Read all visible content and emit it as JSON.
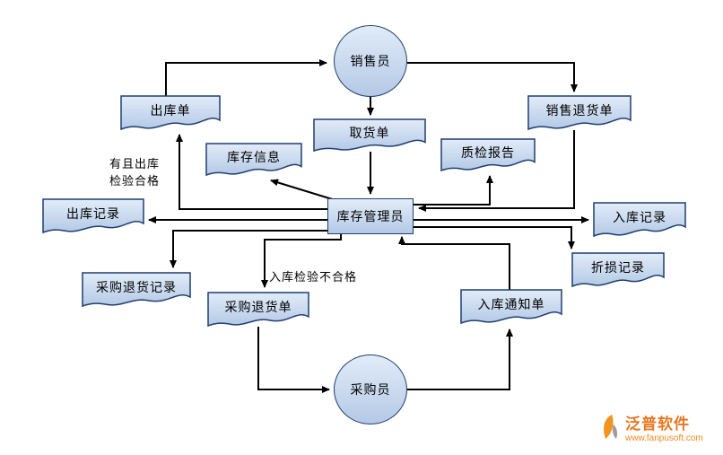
{
  "nodes": {
    "salesperson": {
      "label": "销售员",
      "type": "circle"
    },
    "outbound_order": {
      "label": "出库单",
      "type": "document"
    },
    "sales_return_order": {
      "label": "销售退货单",
      "type": "document"
    },
    "pickup_order": {
      "label": "取货单",
      "type": "document"
    },
    "inventory_info": {
      "label": "库存信息",
      "type": "document"
    },
    "qc_report": {
      "label": "质检报告",
      "type": "document"
    },
    "inventory_manager": {
      "label": "库存管理员",
      "type": "process"
    },
    "outbound_record": {
      "label": "出库记录",
      "type": "document"
    },
    "inbound_record": {
      "label": "入库记录",
      "type": "document"
    },
    "damage_record": {
      "label": "折损记录",
      "type": "document"
    },
    "purchase_return_record": {
      "label": "采购退货记录",
      "type": "document"
    },
    "purchase_return_order": {
      "label": "采购退货单",
      "type": "document"
    },
    "inbound_notice": {
      "label": "入库通知单",
      "type": "document"
    },
    "purchaser": {
      "label": "采购员",
      "type": "circle"
    }
  },
  "annotations": {
    "outbound_pass": "有且出库\n检验合格",
    "inbound_fail": "入库检验不合格"
  },
  "edges": [
    {
      "from": "outbound_order",
      "to": "salesperson"
    },
    {
      "from": "salesperson",
      "to": "sales_return_order"
    },
    {
      "from": "salesperson",
      "to": "pickup_order"
    },
    {
      "from": "pickup_order",
      "to": "inventory_manager"
    },
    {
      "from": "inventory_manager",
      "to": "inventory_info"
    },
    {
      "from": "inventory_manager",
      "to": "qc_report"
    },
    {
      "from": "sales_return_order",
      "to": "inventory_manager"
    },
    {
      "from": "inventory_manager",
      "to": "inbound_record"
    },
    {
      "from": "inventory_manager",
      "to": "damage_record"
    },
    {
      "from": "inventory_manager",
      "to": "outbound_order",
      "label": "有且出库检验合格"
    },
    {
      "from": "inventory_manager",
      "to": "outbound_record"
    },
    {
      "from": "inventory_manager",
      "to": "purchase_return_record"
    },
    {
      "from": "inventory_manager",
      "to": "purchase_return_order",
      "label": "入库检验不合格"
    },
    {
      "from": "purchase_return_order",
      "to": "purchaser"
    },
    {
      "from": "purchaser",
      "to": "inbound_notice"
    },
    {
      "from": "inbound_notice",
      "to": "inventory_manager"
    }
  ],
  "colors": {
    "node_fill_top": "#e2ecf8",
    "node_fill_bottom": "#b4c9e6",
    "node_stroke": "#1f3f70",
    "arrow": "#000000",
    "logo_orange": "#e8761f"
  },
  "logo": {
    "brand": "泛普软件",
    "website": "www.fanpusoft.com"
  }
}
